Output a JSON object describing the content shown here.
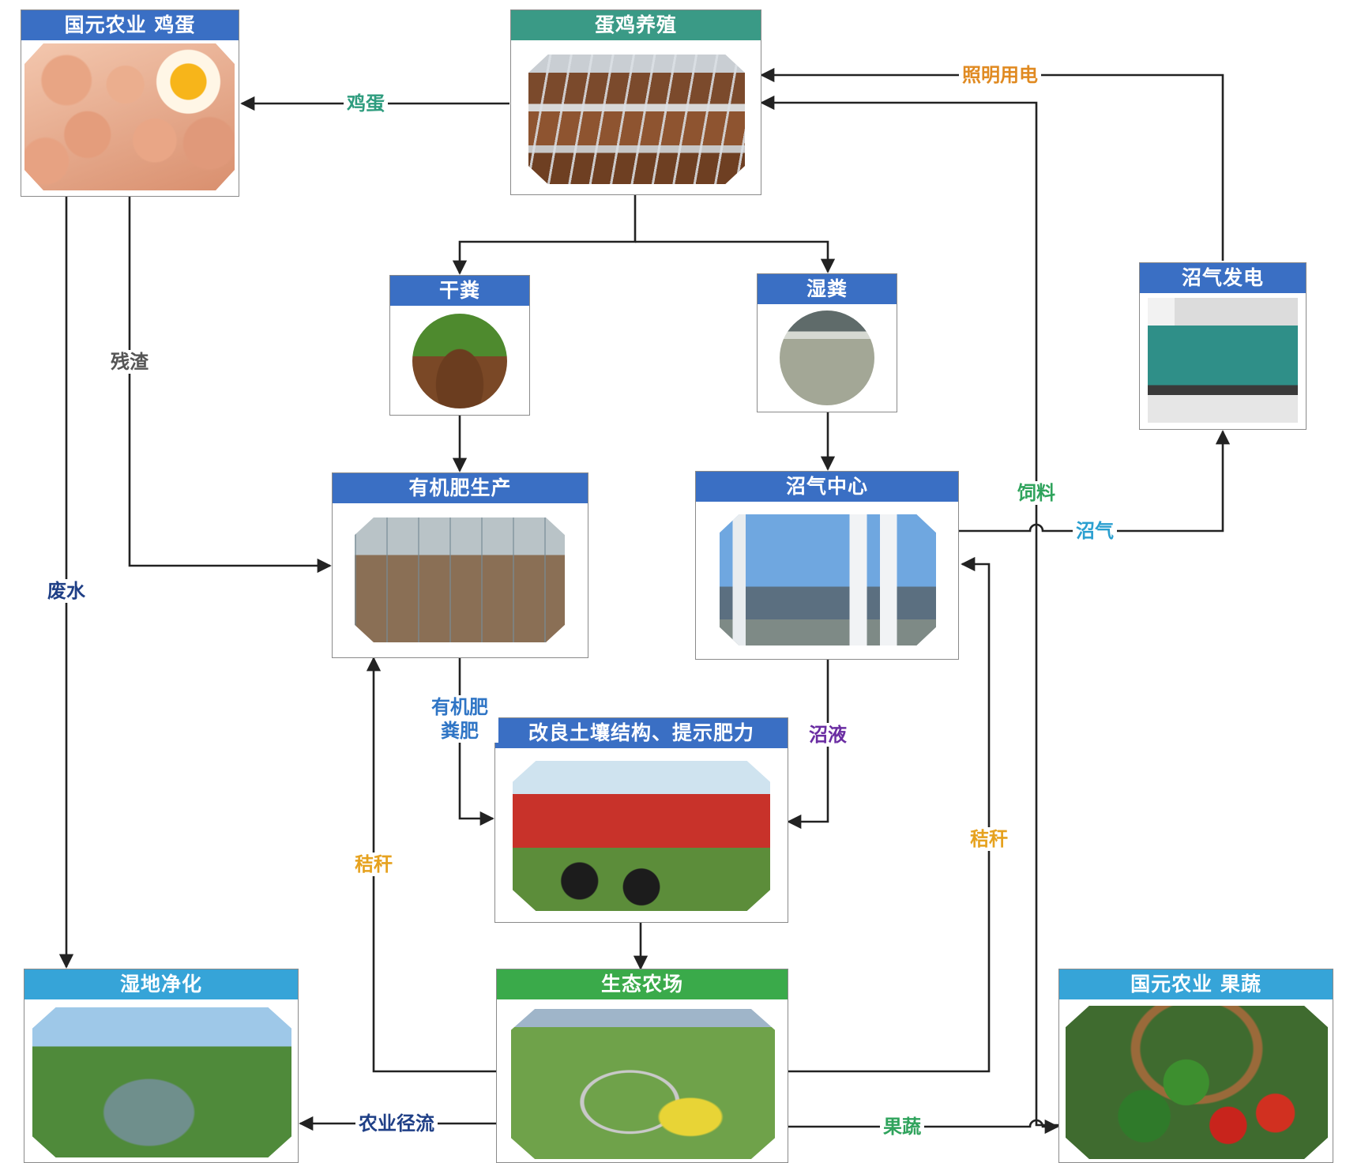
{
  "colors": {
    "title_blue": "#3a6fc4",
    "title_teal": "#3a9a86",
    "title_green": "#3aaa4a",
    "title_cyan": "#36a4d8",
    "line": "#222222",
    "label_teal": "#2e9c7e",
    "label_gray": "#555555",
    "label_navy": "#1f3f86",
    "label_blue": "#2f75c5",
    "label_purple": "#6a2da2",
    "label_yellow": "#e6a21f",
    "label_orange": "#e08a21",
    "label_green": "#2fa35c",
    "label_cyan": "#2a9fd0"
  },
  "nodes": {
    "eggs": {
      "title": "国元农业 鸡蛋",
      "image": "eggs-photo"
    },
    "hens": {
      "title": "蛋鸡养殖",
      "image": "laying-hens-photo"
    },
    "dry_manure": {
      "title": "干粪",
      "image": "dry-manure-photo"
    },
    "wet_manure": {
      "title": "湿粪",
      "image": "wet-manure-photo"
    },
    "biogas_power": {
      "title": "沼气发电",
      "image": "generator-photo"
    },
    "fertilizer": {
      "title": "有机肥生产",
      "image": "fertilizer-shed-photo"
    },
    "biogas_center": {
      "title": "沼气中心",
      "image": "biogas-plant-photo"
    },
    "soil": {
      "title": "改良土壤结构、提示肥力",
      "image": "tractors-photo"
    },
    "wetland": {
      "title": "湿地净化",
      "image": "wetland-photo"
    },
    "eco_farm": {
      "title": "生态农场",
      "image": "farm-aerial-photo"
    },
    "produce": {
      "title": "国元农业 果蔬",
      "image": "vegetable-basket-photo"
    }
  },
  "labels": {
    "eggs": "鸡蛋",
    "residue": "残渣",
    "wastewater": "废水",
    "lighting": "照明用电",
    "feed": "饲料",
    "biogas": "沼气",
    "organic_fertilizer": "有机肥 粪肥",
    "biogas_slurry": "沼液",
    "straw_left": "秸秆",
    "straw_right": "秸秆",
    "runoff": "农业径流",
    "produce": "果蔬"
  }
}
